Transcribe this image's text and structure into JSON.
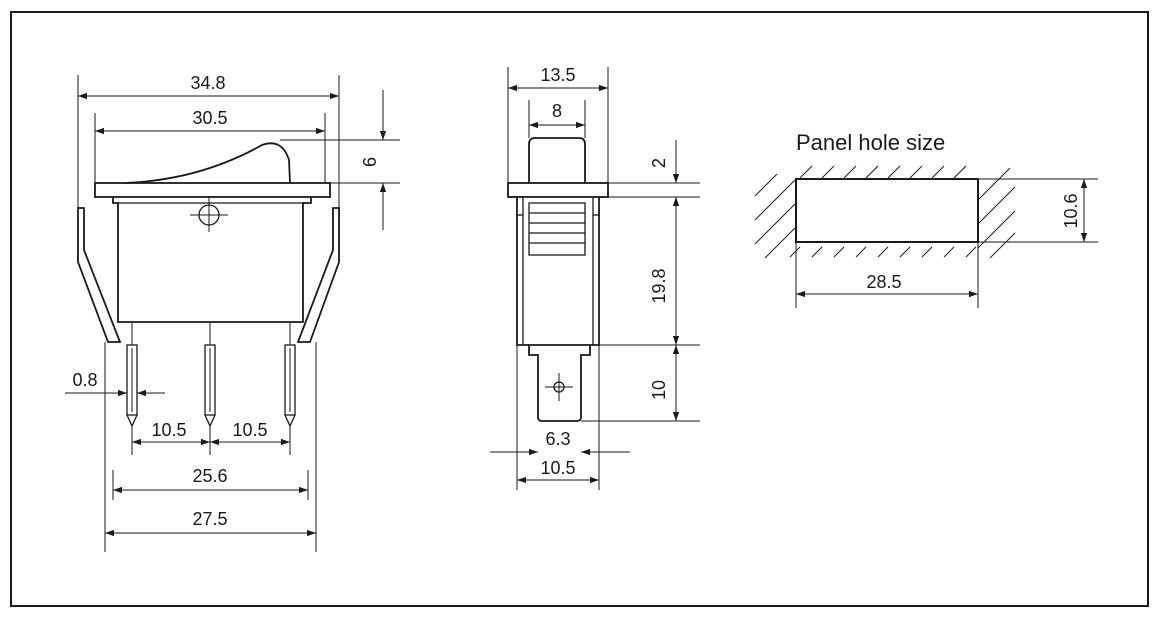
{
  "panel_title": "Panel hole size",
  "front_view": {
    "overall_width": "34.8",
    "rocker_width": "30.5",
    "rocker_height": "6",
    "terminal_thickness": "0.8",
    "pitch_left": "10.5",
    "pitch_right": "10.5",
    "terminal_span": "25.6",
    "body_width": "27.5"
  },
  "side_view": {
    "flange_width": "13.5",
    "rocker_depth": "8",
    "flange_thickness": "2",
    "body_height": "19.8",
    "terminal_length": "10",
    "terminal_width": "6.3",
    "body_depth": "10.5"
  },
  "panel_hole": {
    "width": "28.5",
    "height": "10.6"
  }
}
